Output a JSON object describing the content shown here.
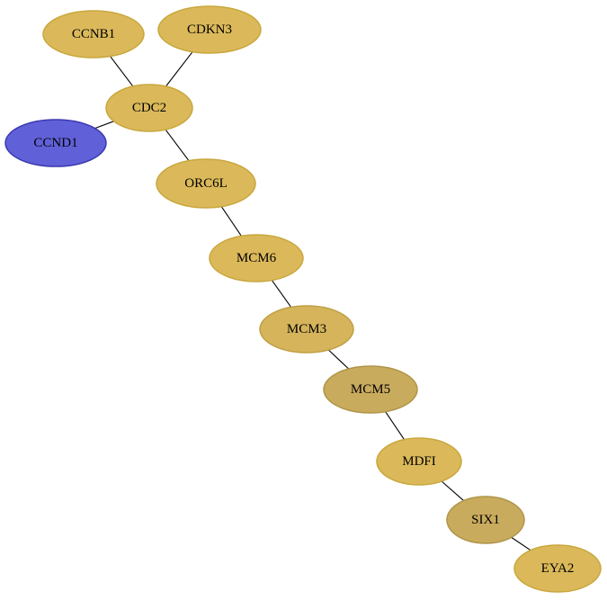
{
  "graph": {
    "nodes": [
      {
        "id": "CCNB1",
        "label": "CCNB1",
        "fill": "#dbb95a",
        "stroke": "#c8a73d"
      },
      {
        "id": "CDKN3",
        "label": "CDKN3",
        "fill": "#dbb95a",
        "stroke": "#c8a73d"
      },
      {
        "id": "CDC2",
        "label": "CDC2",
        "fill": "#dbb95a",
        "stroke": "#c8a73d"
      },
      {
        "id": "CCND1",
        "label": "CCND1",
        "fill": "#6060d8",
        "stroke": "#3a3ab0"
      },
      {
        "id": "ORC6L",
        "label": "ORC6L",
        "fill": "#dbb95a",
        "stroke": "#c8a73d"
      },
      {
        "id": "MCM6",
        "label": "MCM6",
        "fill": "#dbb95a",
        "stroke": "#c8a73d"
      },
      {
        "id": "MCM3",
        "label": "MCM3",
        "fill": "#d5b45c",
        "stroke": "#bf9f42"
      },
      {
        "id": "MCM5",
        "label": "MCM5",
        "fill": "#c9ab5e",
        "stroke": "#b09448"
      },
      {
        "id": "MDFI",
        "label": "MDFI",
        "fill": "#dbb95a",
        "stroke": "#c8a73d"
      },
      {
        "id": "SIX1",
        "label": "SIX1",
        "fill": "#c9ab5e",
        "stroke": "#b09448"
      },
      {
        "id": "EYA2",
        "label": "EYA2",
        "fill": "#dbb95a",
        "stroke": "#c8a73d"
      }
    ],
    "edges": [
      {
        "from": "CCNB1",
        "to": "CDC2"
      },
      {
        "from": "CDKN3",
        "to": "CDC2"
      },
      {
        "from": "CDC2",
        "to": "CCND1"
      },
      {
        "from": "CDC2",
        "to": "ORC6L"
      },
      {
        "from": "ORC6L",
        "to": "MCM6"
      },
      {
        "from": "MCM6",
        "to": "MCM3"
      },
      {
        "from": "MCM3",
        "to": "MCM5"
      },
      {
        "from": "MCM5",
        "to": "MDFI"
      },
      {
        "from": "MDFI",
        "to": "SIX1"
      },
      {
        "from": "SIX1",
        "to": "EYA2"
      }
    ]
  }
}
